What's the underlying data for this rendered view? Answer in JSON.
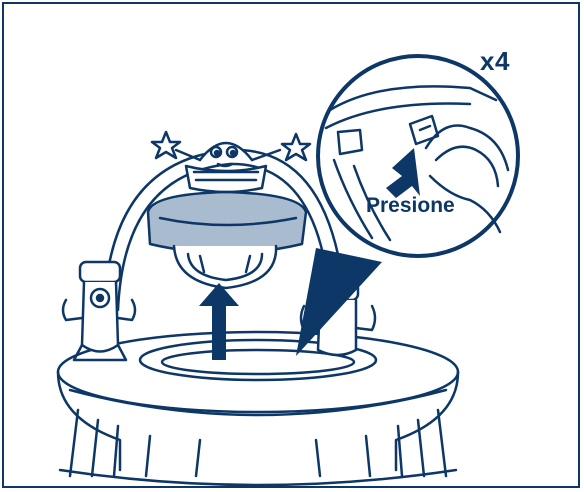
{
  "instruction": {
    "count_label": "x4",
    "action_label": "Presione"
  },
  "colors": {
    "outline": "#0d3766",
    "seat_fabric": "#a9bccf",
    "background": "#ffffff"
  },
  "icons": [
    "star-icon",
    "up-arrow-icon",
    "press-arrow-icon",
    "zoom-callout"
  ]
}
